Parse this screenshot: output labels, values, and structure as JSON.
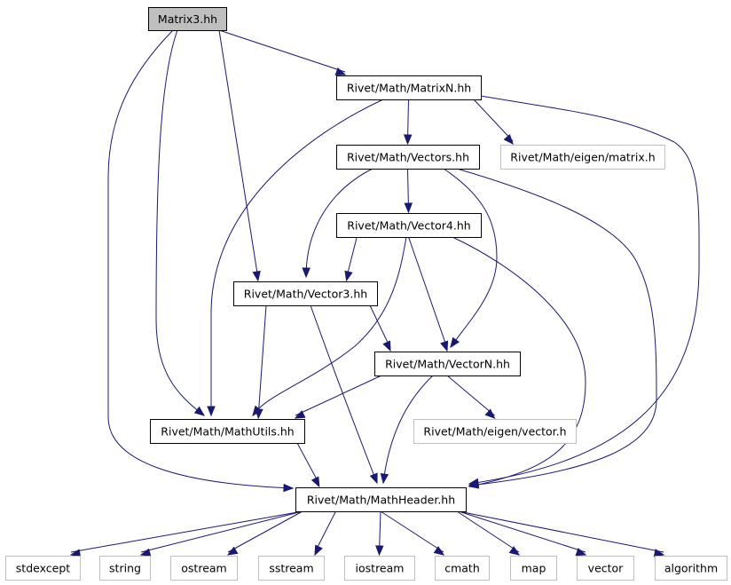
{
  "diagram": {
    "nodes": [
      {
        "id": "matrix3",
        "label": "Matrix3.hh",
        "kind": "root"
      },
      {
        "id": "matrixn",
        "label": "Rivet/Math/MatrixN.hh",
        "kind": "internal"
      },
      {
        "id": "vectors",
        "label": "Rivet/Math/Vectors.hh",
        "kind": "internal"
      },
      {
        "id": "eigenmatrix",
        "label": "Rivet/Math/eigen/matrix.h",
        "kind": "external"
      },
      {
        "id": "vector4",
        "label": "Rivet/Math/Vector4.hh",
        "kind": "internal"
      },
      {
        "id": "vector3",
        "label": "Rivet/Math/Vector3.hh",
        "kind": "internal"
      },
      {
        "id": "vectorn",
        "label": "Rivet/Math/VectorN.hh",
        "kind": "internal"
      },
      {
        "id": "mathutils",
        "label": "Rivet/Math/MathUtils.hh",
        "kind": "internal"
      },
      {
        "id": "eigenvector",
        "label": "Rivet/Math/eigen/vector.h",
        "kind": "external"
      },
      {
        "id": "mathheader",
        "label": "Rivet/Math/MathHeader.hh",
        "kind": "internal"
      },
      {
        "id": "stdexcept",
        "label": "stdexcept",
        "kind": "external"
      },
      {
        "id": "string",
        "label": "string",
        "kind": "external"
      },
      {
        "id": "ostream",
        "label": "ostream",
        "kind": "external"
      },
      {
        "id": "sstream",
        "label": "sstream",
        "kind": "external"
      },
      {
        "id": "iostream",
        "label": "iostream",
        "kind": "external"
      },
      {
        "id": "cmath",
        "label": "cmath",
        "kind": "external"
      },
      {
        "id": "map",
        "label": "map",
        "kind": "external"
      },
      {
        "id": "vector",
        "label": "vector",
        "kind": "external"
      },
      {
        "id": "algorithm",
        "label": "algorithm",
        "kind": "external"
      }
    ],
    "edges": [
      {
        "from": "matrix3",
        "to": "matrixn"
      },
      {
        "from": "matrix3",
        "to": "vector3"
      },
      {
        "from": "matrix3",
        "to": "mathutils"
      },
      {
        "from": "matrix3",
        "to": "mathheader"
      },
      {
        "from": "matrixn",
        "to": "vectors"
      },
      {
        "from": "matrixn",
        "to": "eigenmatrix"
      },
      {
        "from": "matrixn",
        "to": "mathutils"
      },
      {
        "from": "matrixn",
        "to": "mathheader"
      },
      {
        "from": "vectors",
        "to": "vector4"
      },
      {
        "from": "vectors",
        "to": "vector3"
      },
      {
        "from": "vectors",
        "to": "vectorn"
      },
      {
        "from": "vectors",
        "to": "mathheader"
      },
      {
        "from": "vector4",
        "to": "vector3"
      },
      {
        "from": "vector4",
        "to": "vectorn"
      },
      {
        "from": "vector4",
        "to": "mathutils"
      },
      {
        "from": "vector4",
        "to": "mathheader"
      },
      {
        "from": "vector3",
        "to": "vectorn"
      },
      {
        "from": "vector3",
        "to": "mathutils"
      },
      {
        "from": "vector3",
        "to": "mathheader"
      },
      {
        "from": "vectorn",
        "to": "mathutils"
      },
      {
        "from": "vectorn",
        "to": "eigenvector"
      },
      {
        "from": "vectorn",
        "to": "mathheader"
      },
      {
        "from": "mathutils",
        "to": "mathheader"
      },
      {
        "from": "mathheader",
        "to": "stdexcept"
      },
      {
        "from": "mathheader",
        "to": "string"
      },
      {
        "from": "mathheader",
        "to": "ostream"
      },
      {
        "from": "mathheader",
        "to": "sstream"
      },
      {
        "from": "mathheader",
        "to": "iostream"
      },
      {
        "from": "mathheader",
        "to": "cmath"
      },
      {
        "from": "mathheader",
        "to": "map"
      },
      {
        "from": "mathheader",
        "to": "vector"
      },
      {
        "from": "mathheader",
        "to": "algorithm"
      }
    ]
  },
  "colors": {
    "edge": "#191970",
    "root_fill": "#bfbfbf",
    "external_border": "#bfbfbf",
    "node_border": "#000000"
  }
}
